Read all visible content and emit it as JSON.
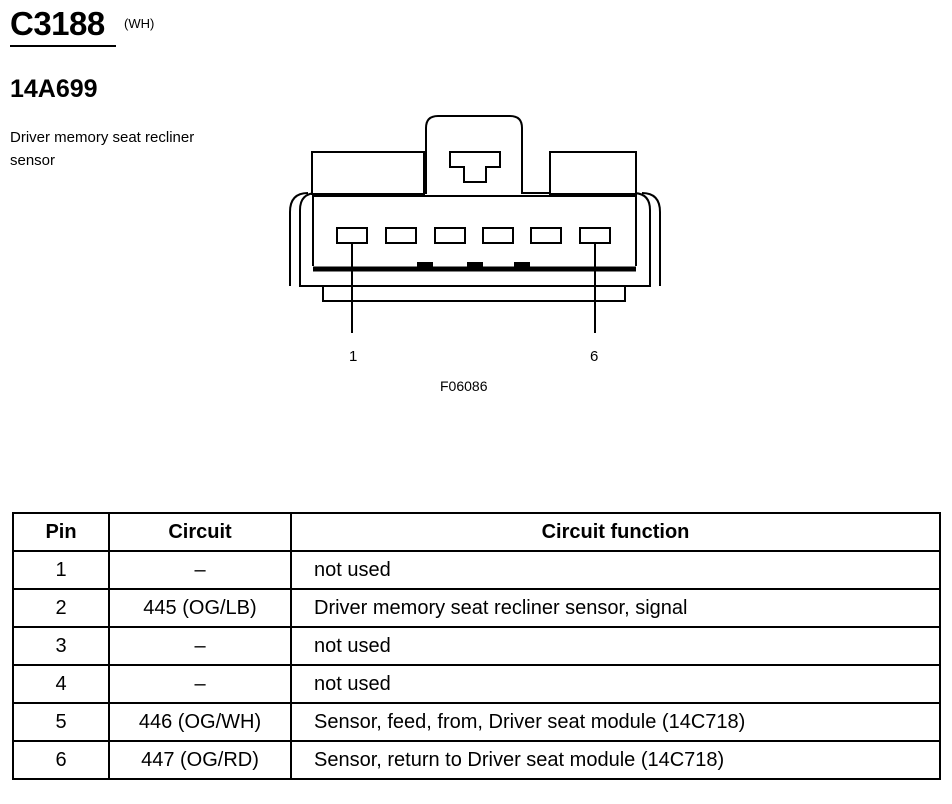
{
  "header": {
    "connector_id": "C3188",
    "connector_color": "(WH)",
    "part_number": "14A699",
    "description": "Driver memory seat recliner sensor"
  },
  "diagram": {
    "pin_labels": [
      "1",
      "6"
    ],
    "figure_id": "F06086"
  },
  "table": {
    "headers": [
      "Pin",
      "Circuit",
      "Circuit function"
    ],
    "rows": [
      {
        "pin": "1",
        "circuit": "–",
        "function": "not used"
      },
      {
        "pin": "2",
        "circuit": "445 (OG/LB)",
        "function": "Driver memory seat recliner sensor, signal"
      },
      {
        "pin": "3",
        "circuit": "–",
        "function": "not used"
      },
      {
        "pin": "4",
        "circuit": "–",
        "function": "not used"
      },
      {
        "pin": "5",
        "circuit": "446 (OG/WH)",
        "function": "Sensor, feed, from, Driver seat module (14C718)"
      },
      {
        "pin": "6",
        "circuit": "447 (OG/RD)",
        "function": "Sensor, return to Driver seat module (14C718)"
      }
    ]
  }
}
